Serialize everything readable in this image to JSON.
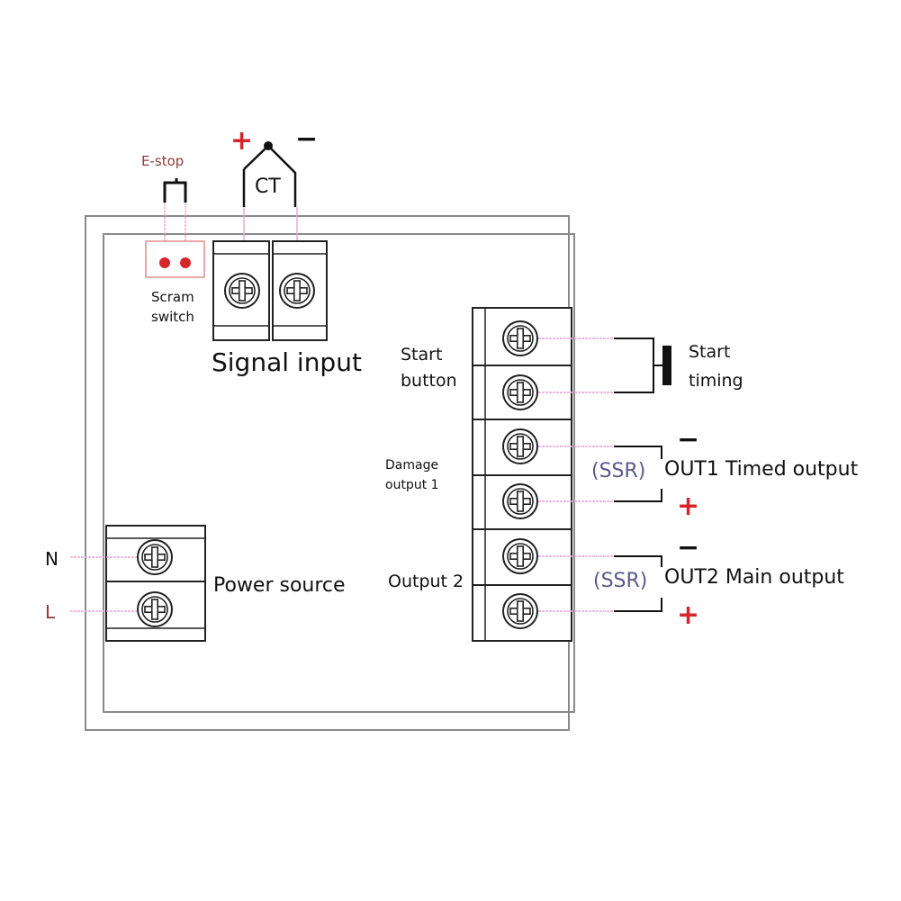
{
  "labels": {
    "estop": "E-stop",
    "ct": "CT",
    "ct_plus": "+",
    "ct_minus": "−",
    "scram_line1": "Scram",
    "scram_line2": "switch",
    "signal_input": "Signal input",
    "start_button_line1": "Start",
    "start_button_line2": "button",
    "start_timing_line1": "Start",
    "start_timing_line2": "timing",
    "damage_line1": "Damage",
    "damage_line2": "output 1",
    "output2": "Output 2",
    "ssr1": "(SSR)",
    "ssr2": "(SSR)",
    "out1": "OUT1 Timed output",
    "out2": "OUT2 Main output",
    "out1_minus": "−",
    "out1_plus": "+",
    "out2_minus": "−",
    "out2_plus": "+",
    "power_source": "Power source",
    "n": "N",
    "l": "L"
  },
  "colors": {
    "outline": "#8a8a8a",
    "terminal_line": "#222222",
    "wire_pink": "#e6a6d6",
    "red": "#d6252b",
    "dark_red": "#8b3a3a",
    "ssr": "#5a5a8a"
  }
}
